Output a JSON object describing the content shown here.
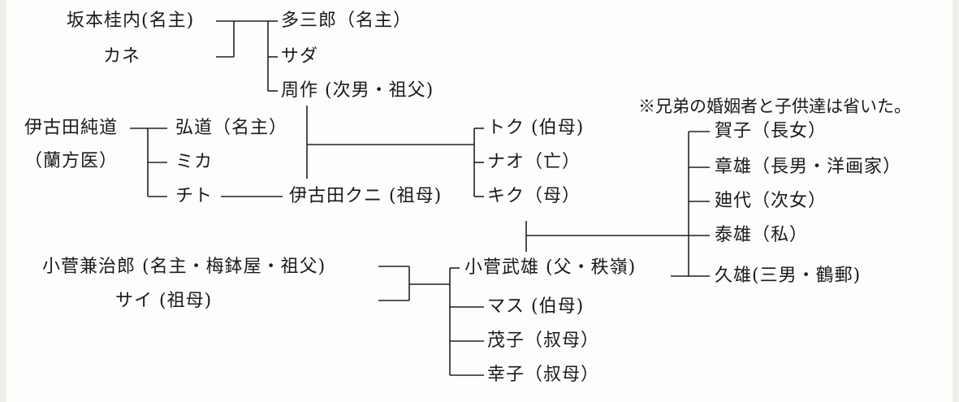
{
  "note": "※兄弟の婚姻者と子供達は省いた。",
  "people": {
    "sakamoto": "坂本桂内(名主)",
    "kane": "カネ",
    "tasaburo": "多三郎（名主）",
    "sada": "サダ",
    "shusaku": "周作 (次男・祖父)",
    "iko_jundo": "伊古田純道",
    "ranpoi": "（蘭方医）",
    "hiromichi": "弘道（名主）",
    "mika": "ミカ",
    "chito": "チト",
    "kuni": "伊古田クニ (祖母)",
    "toku": "トク (伯母)",
    "nao": "ナオ（亡）",
    "kiku": "キク（母）",
    "kanjiro": "小菅兼治郎 (名主・梅鉢屋・祖父)",
    "sai": "サイ (祖母)",
    "takeo": "小菅武雄 (父・秩嶺)",
    "masu": "マス (伯母)",
    "shigeko": "茂子（叔母）",
    "sachiko": "幸子（叔母）",
    "gako": "賀子（長女）",
    "akio": "章雄（長男・洋画家）",
    "tsuyo": "廸代（次女）",
    "yasuo": "泰雄（私）",
    "hisao": "久雄(三男・鶴郵)"
  }
}
